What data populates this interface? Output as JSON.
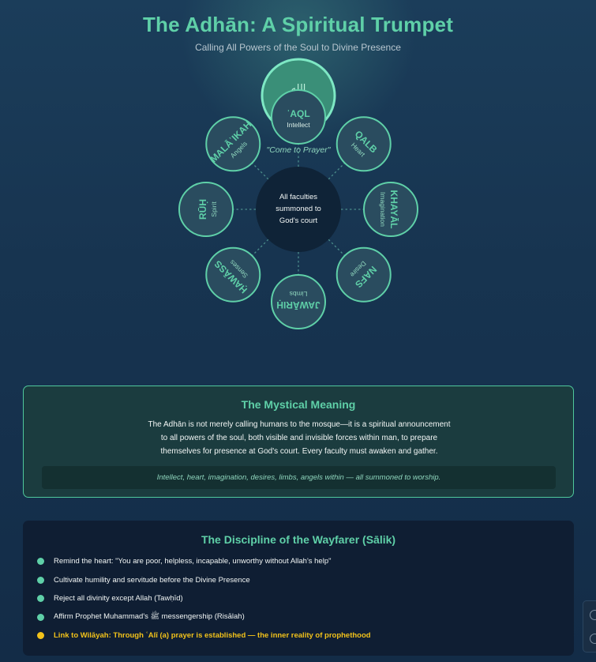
{
  "header": {
    "title": "The Adhān: A Spiritual Trumpet",
    "subtitle": "Calling All Powers of the Soul to Divine Presence"
  },
  "diagram": {
    "trumpet_glyph": "الله",
    "center_text": [
      "All faculties",
      "summoned to",
      "God's court"
    ],
    "call_text": "\"Come to Prayer\"",
    "faculties": [
      {
        "name": "ʿAQL",
        "meaning": "Intellect",
        "angle": 0
      },
      {
        "name": "QALB",
        "meaning": "Heart",
        "angle": 45
      },
      {
        "name": "KHAYĀL",
        "meaning": "Imagination",
        "angle": 90
      },
      {
        "name": "NAFS",
        "meaning": "Desire",
        "angle": 135
      },
      {
        "name": "JAWĀRIḤ",
        "meaning": "Limbs",
        "angle": 180
      },
      {
        "name": "ḤAWĀSS",
        "meaning": "Senses",
        "angle": 225
      },
      {
        "name": "RŪḤ",
        "meaning": "Spirit",
        "angle": 270
      },
      {
        "name": "MALĀʾIKAH",
        "meaning": "Angels",
        "angle": 315
      }
    ],
    "colors": {
      "accent": "#5fd0a8",
      "node_fill": "#2a4c5f",
      "center_fill": "#0f2337"
    }
  },
  "meaning": {
    "title": "The Mystical Meaning",
    "body_lines": [
      "The Adhān is not merely calling humans to the mosque—it is a spiritual announcement",
      "to all powers of the soul, both visible and invisible forces within man, to prepare",
      "themselves for presence at God's court. Every faculty must awaken and gather."
    ],
    "quote": "Intellect, heart, imagination, desires, limbs, angels within — all summoned to worship."
  },
  "discipline": {
    "title": "The Discipline of the Wayfarer (Sālik)",
    "items": [
      {
        "text": "Remind the heart: \"You are poor, helpless, incapable, unworthy without Allah's help\"",
        "highlight": false
      },
      {
        "text": "Cultivate humility and servitude before the Divine Presence",
        "highlight": false
      },
      {
        "text": "Reject all divinity except Allah (Tawḥīd)",
        "highlight": false
      },
      {
        "text": "Affirm Prophet Muhammad's ﷺ messengership (Risālah)",
        "highlight": false
      },
      {
        "text": "Link to Wilāyah: Through ʿAlī (a) prayer is established — the inner reality of prophethood",
        "highlight": true
      }
    ],
    "colors": {
      "bullet": "#5fd0a8",
      "highlight": "#f2c21a"
    }
  }
}
